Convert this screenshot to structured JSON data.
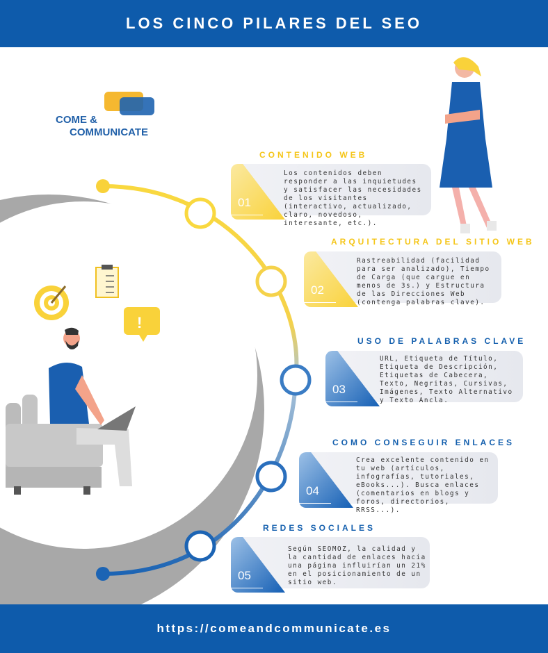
{
  "header": {
    "title": "LOS CINCO PILARES DEL SEO"
  },
  "logo": {
    "line1": "COME &",
    "line2": "COMMUNICATE"
  },
  "pillars": [
    {
      "num": "01",
      "title": "CONTENIDO WEB",
      "text": "Los contenidos deben responder a las inquietudes y satisfacer las necesidades de los visitantes (interactivo, actualizado, claro, novedoso, interesante, etc.)."
    },
    {
      "num": "02",
      "title": "ARQUITECTURA DEL SITIO WEB",
      "text": "Rastreabilidad (facilidad para ser analizado), Tiempo de Carga (que cargue en menos de 3s.) y Estructura de las Direcciones Web (contenga palabras clave)."
    },
    {
      "num": "03",
      "title": "USO DE PALABRAS CLAVE",
      "text": "URL, Etiqueta de Título, Etiqueta de Descripción, Etiquetas de Cabecera, Texto, Negritas, Cursivas, Imágenes, Texto Alternativo y Texto Ancla."
    },
    {
      "num": "04",
      "title": "COMO CONSEGUIR ENLACES",
      "text": "Crea excelente contenido en tu web (artículos, infografías, tutoriales, eBooks...). Busca enlaces (comentarios en blogs y foros, directorios, RRSS...)."
    },
    {
      "num": "05",
      "title": "REDES SOCIALES",
      "text": "Según SEOMOZ, la calidad y la cantidad de enlaces hacia una página influirían un 21% en el posicionamiento de un sitio web."
    }
  ],
  "footer": {
    "url": "https://comeandcommunicate.es"
  },
  "colors": {
    "brand": "#0e5bab",
    "yellow": "#f9d23a"
  }
}
